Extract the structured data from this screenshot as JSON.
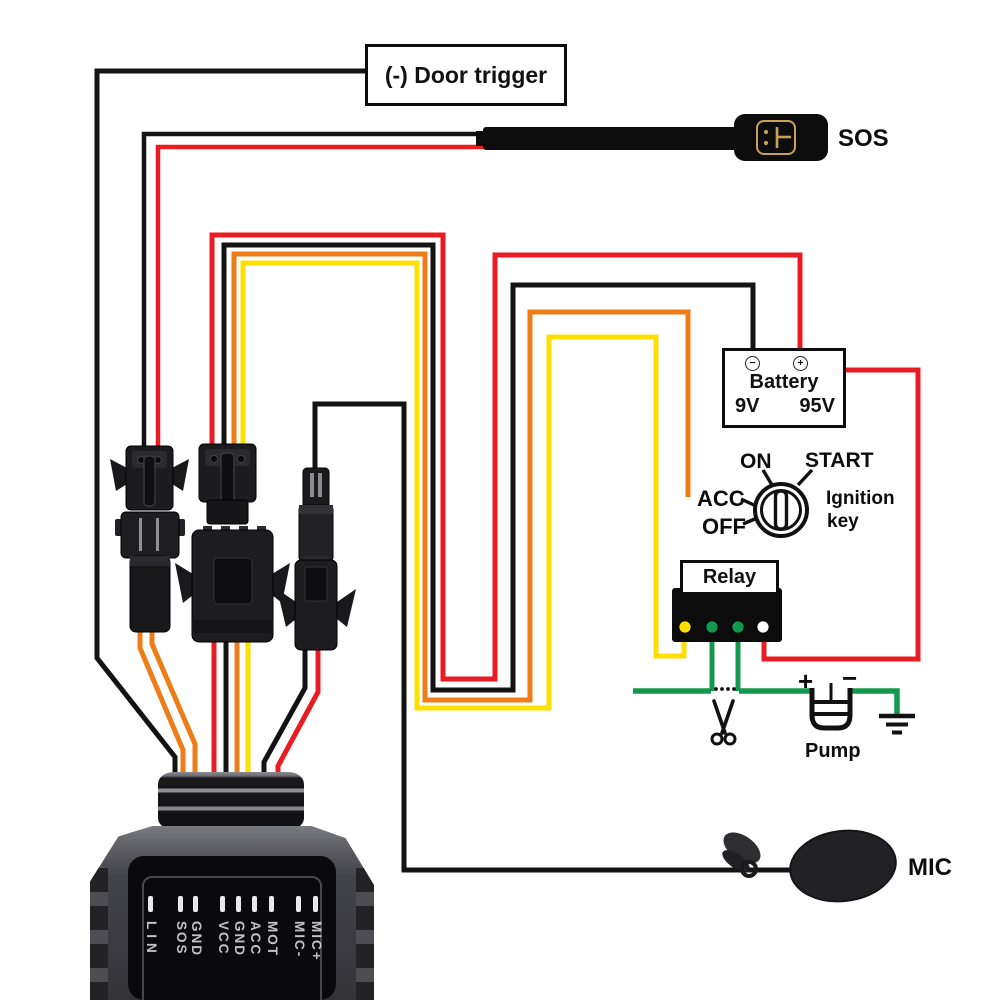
{
  "diagram": {
    "door_trigger": {
      "label": "(-) Door trigger"
    },
    "sos": {
      "label": "SOS"
    },
    "battery": {
      "title": "Battery",
      "minus_symbol": "−",
      "plus_symbol": "+",
      "voltage_left": "9V",
      "voltage_right": "95V"
    },
    "ignition": {
      "on": "ON",
      "start": "START",
      "acc": "ACC",
      "off": "OFF",
      "label_line1": "Ignition",
      "label_line2": "key"
    },
    "relay": {
      "label": "Relay"
    },
    "pump": {
      "label": "Pump",
      "plus_symbol": "+",
      "minus_symbol": "−"
    },
    "mic": {
      "label": "MIC"
    },
    "tracker": {
      "pins": [
        "LIN",
        "SOS",
        "GND",
        "VCC",
        "GND",
        "ACC",
        "MOT",
        "MIC-",
        "MIC+"
      ]
    },
    "wire_colors": {
      "power_red": "#e81c22",
      "ground_black": "#131313",
      "acc_orange": "#ee7d18",
      "relay_yellow": "#ffdf00",
      "pump_green": "#13994d",
      "sos_icon_gold": "#c8a156"
    }
  }
}
